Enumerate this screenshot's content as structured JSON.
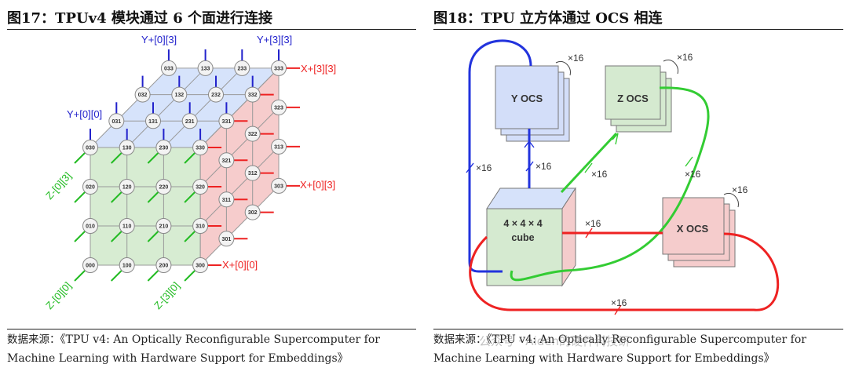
{
  "left": {
    "title": "图17：TPUv4 模块通过 6 个面进行连接",
    "source_label": "数据来源：",
    "source_line1": "《TPU v4: An Optically Reconfigurable Supercomputer for",
    "source_line2": "Machine Learning with Hardware Support for Embeddings》",
    "face_labels": {
      "y03": "Y+[0][3]",
      "y33": "Y+[3][3]",
      "y00": "Y+[0][0]",
      "x33": "X+[3][3]",
      "x03": "X+[0][3]",
      "x00": "X+[0][0]",
      "z03": "Z-[0][3]",
      "z00": "Z-[0][0]",
      "z30": "Z-[3][0]"
    },
    "nodes_front": [
      "000",
      "100",
      "200",
      "300",
      "010",
      "110",
      "210",
      "310",
      "020",
      "120",
      "220",
      "320",
      "030",
      "130",
      "230",
      "330"
    ],
    "nodes_top": [
      "031",
      "131",
      "231",
      "331",
      "032",
      "132",
      "232",
      "332",
      "033",
      "133",
      "233",
      "333"
    ],
    "nodes_right": [
      "301",
      "311",
      "321",
      "302",
      "312",
      "322",
      "303",
      "313",
      "323"
    ],
    "colors": {
      "y": "#2222cc",
      "x": "#ee2222",
      "z": "#22bb22",
      "top_face": "#d6e3fb",
      "front_face": "#d7ecd2",
      "right_face": "#f6cccc"
    }
  },
  "right": {
    "title": "图18：TPU 立方体通过 OCS 相连",
    "source_label": "数据来源：",
    "source_line1": "《TPU v4: An Optically Reconfigurable Supercomputer for",
    "source_line2": "Machine Learning with Hardware Support for Embeddings》",
    "watermark": "公众号 · Aiden的硬件科技研",
    "boxes": {
      "y_ocs": "Y OCS",
      "z_ocs": "Z OCS",
      "x_ocs": "X OCS",
      "cube_line1": "4 × 4 × 4",
      "cube_line2": "cube"
    },
    "multipliers": {
      "y_stack": "×16",
      "z_stack": "×16",
      "x_stack": "×16",
      "left_loop": "×16",
      "y_link": "×16",
      "z_link_a": "×16",
      "z_link_b": "×16",
      "x_link": "×16",
      "bottom_loop": "×16"
    },
    "colors": {
      "y": "#2233dd",
      "z": "#33cc33",
      "x": "#ee2222"
    }
  }
}
